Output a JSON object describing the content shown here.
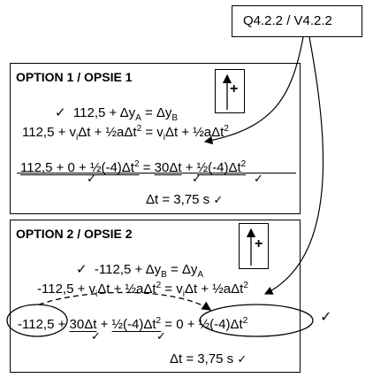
{
  "ref_label": "Q4.2.2 / V4.2.2",
  "option1": {
    "title": "OPTION 1 / OPSIE 1",
    "line1": "✓  112,5 + Δy_A = Δy_B",
    "line2": "112,5 + v_iΔt + ½aΔt² = v_iΔt + ½aΔt²",
    "line3_a": "112,5 + 0 + ½(-4)Δt²",
    "line3_eq": "=",
    "line3_b": "30Δt",
    "line3_plus": "+",
    "line3_c": "½(-4)Δt²",
    "result": "Δt = 3,75 s"
  },
  "option2": {
    "title": "OPTION 2 / OPSIE 2",
    "line1": "✓  -112,5 + Δy_B = Δy_A",
    "line2": "-112,5 + v_iΔt + ½aΔt² = v_iΔt + ½aΔt²",
    "line3_a": "-112,5",
    "line3_plus1": "+",
    "line3_b": "30Δt",
    "line3_plus2": "+",
    "line3_c": "½(-4)Δt²",
    "line3_eq": "=",
    "line3_d": "0 + ½(-4)Δt²",
    "result": "Δt = 3,75 s"
  },
  "tick": "✓",
  "sign_plus": "+"
}
